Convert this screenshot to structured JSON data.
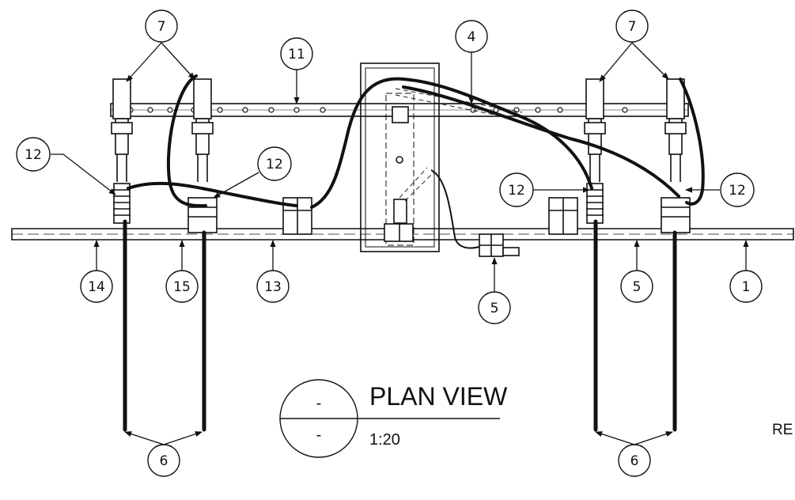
{
  "view_title": "PLAN VIEW",
  "scale": "1:20",
  "section_symbol": {
    "top": "-",
    "bottom": "-"
  },
  "edge_text": "RE",
  "callouts": [
    {
      "label": "7"
    },
    {
      "label": "11"
    },
    {
      "label": "4"
    },
    {
      "label": "7"
    },
    {
      "label": "12"
    },
    {
      "label": "12"
    },
    {
      "label": "12"
    },
    {
      "label": "12"
    },
    {
      "label": "14"
    },
    {
      "label": "15"
    },
    {
      "label": "13"
    },
    {
      "label": "5"
    },
    {
      "label": "1"
    },
    {
      "label": "5"
    },
    {
      "label": "6"
    },
    {
      "label": "6"
    }
  ],
  "colors": {
    "line": "#111111",
    "background": "#ffffff"
  }
}
